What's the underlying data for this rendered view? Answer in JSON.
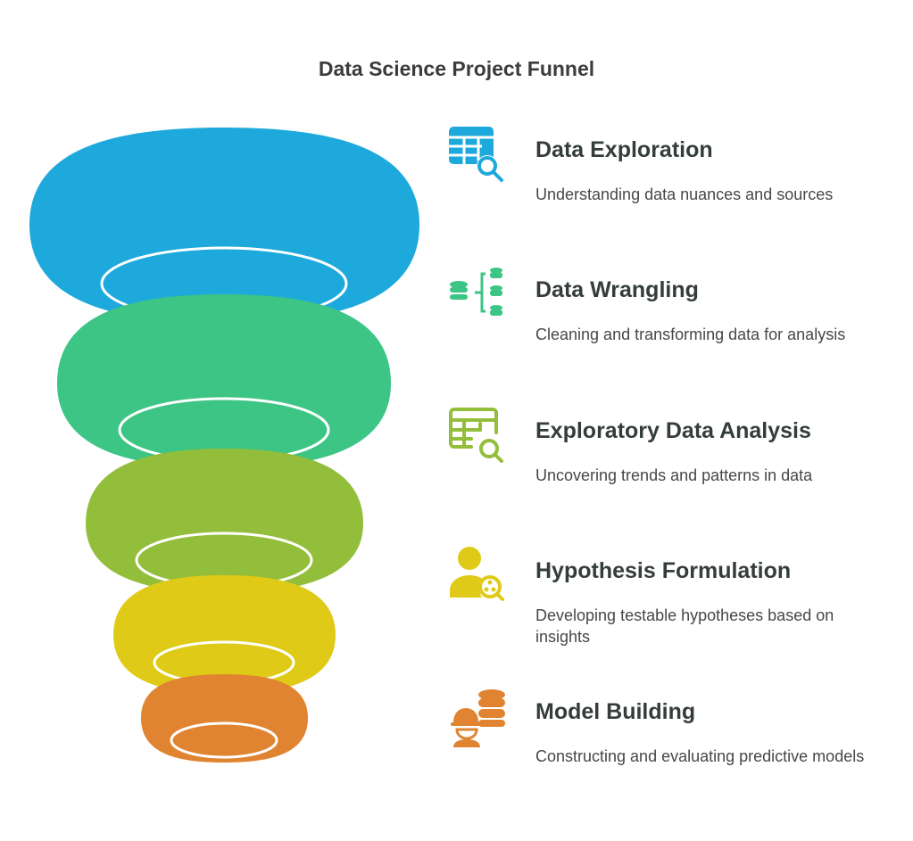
{
  "title": "Data Science Project Funnel",
  "stages": [
    {
      "title": "Data Exploration",
      "description": "Understanding data nuances and sources",
      "color": "#1EA9DC",
      "icon": "table-search-icon"
    },
    {
      "title": "Data Wrangling",
      "description": "Cleaning and transforming data for analysis",
      "color": "#3CC584",
      "icon": "database-merge-icon"
    },
    {
      "title": "Exploratory Data Analysis",
      "description": "Uncovering trends and patterns in data",
      "color": "#93BE3C",
      "icon": "table-search-outline-icon"
    },
    {
      "title": "Hypothesis Formulation",
      "description": "Developing testable hypotheses based on insights",
      "color": "#DFCB17",
      "icon": "user-search-icon"
    },
    {
      "title": "Model Building",
      "description": "Constructing and evaluating predictive models",
      "color": "#E08431",
      "icon": "engineer-database-icon"
    }
  ]
}
